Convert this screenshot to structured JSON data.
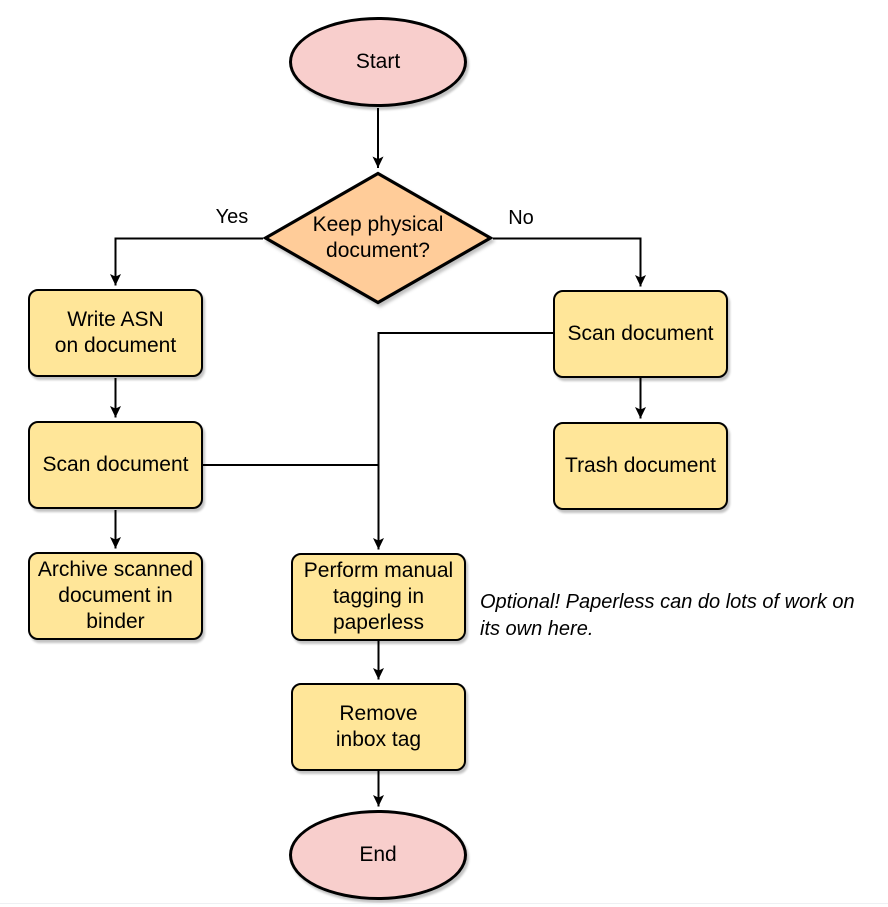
{
  "nodes": {
    "start": {
      "label": "Start",
      "type": "terminator"
    },
    "decision": {
      "label": "Keep physical\ndocument?",
      "type": "decision"
    },
    "write_asn": {
      "label": "Write ASN\non document",
      "type": "process"
    },
    "scan_yes": {
      "label": "Scan document",
      "type": "process"
    },
    "archive": {
      "label": "Archive scanned\ndocument in\nbinder",
      "type": "process"
    },
    "scan_no": {
      "label": "Scan document",
      "type": "process"
    },
    "trash": {
      "label": "Trash document",
      "type": "process"
    },
    "tagging": {
      "label": "Perform manual\ntagging in\npaperless",
      "type": "process"
    },
    "remove_inbox": {
      "label": "Remove\ninbox tag",
      "type": "process"
    },
    "end": {
      "label": "End",
      "type": "terminator"
    }
  },
  "edge_labels": {
    "yes": "Yes",
    "no": "No"
  },
  "edges": [
    {
      "from": "start",
      "to": "decision",
      "label": ""
    },
    {
      "from": "decision",
      "to": "write_asn",
      "label": "Yes"
    },
    {
      "from": "decision",
      "to": "scan_no",
      "label": "No"
    },
    {
      "from": "write_asn",
      "to": "scan_yes",
      "label": ""
    },
    {
      "from": "scan_yes",
      "to": "archive",
      "label": ""
    },
    {
      "from": "scan_no",
      "to": "trash",
      "label": ""
    },
    {
      "from": "scan_no",
      "to": "tagging",
      "label": ""
    },
    {
      "from": "scan_yes",
      "to": "tagging",
      "label": ""
    },
    {
      "from": "tagging",
      "to": "remove_inbox",
      "label": ""
    },
    {
      "from": "remove_inbox",
      "to": "end",
      "label": ""
    }
  ],
  "note": {
    "text": "Optional! Paperless can do lots of work on\nits own here."
  },
  "colors": {
    "terminator_fill": "#F8CECC",
    "decision_fill": "#FFCC99",
    "process_fill": "#FFE699",
    "shape_stroke": "#000000",
    "edge_stroke": "#000000",
    "note_text": "#000000"
  }
}
